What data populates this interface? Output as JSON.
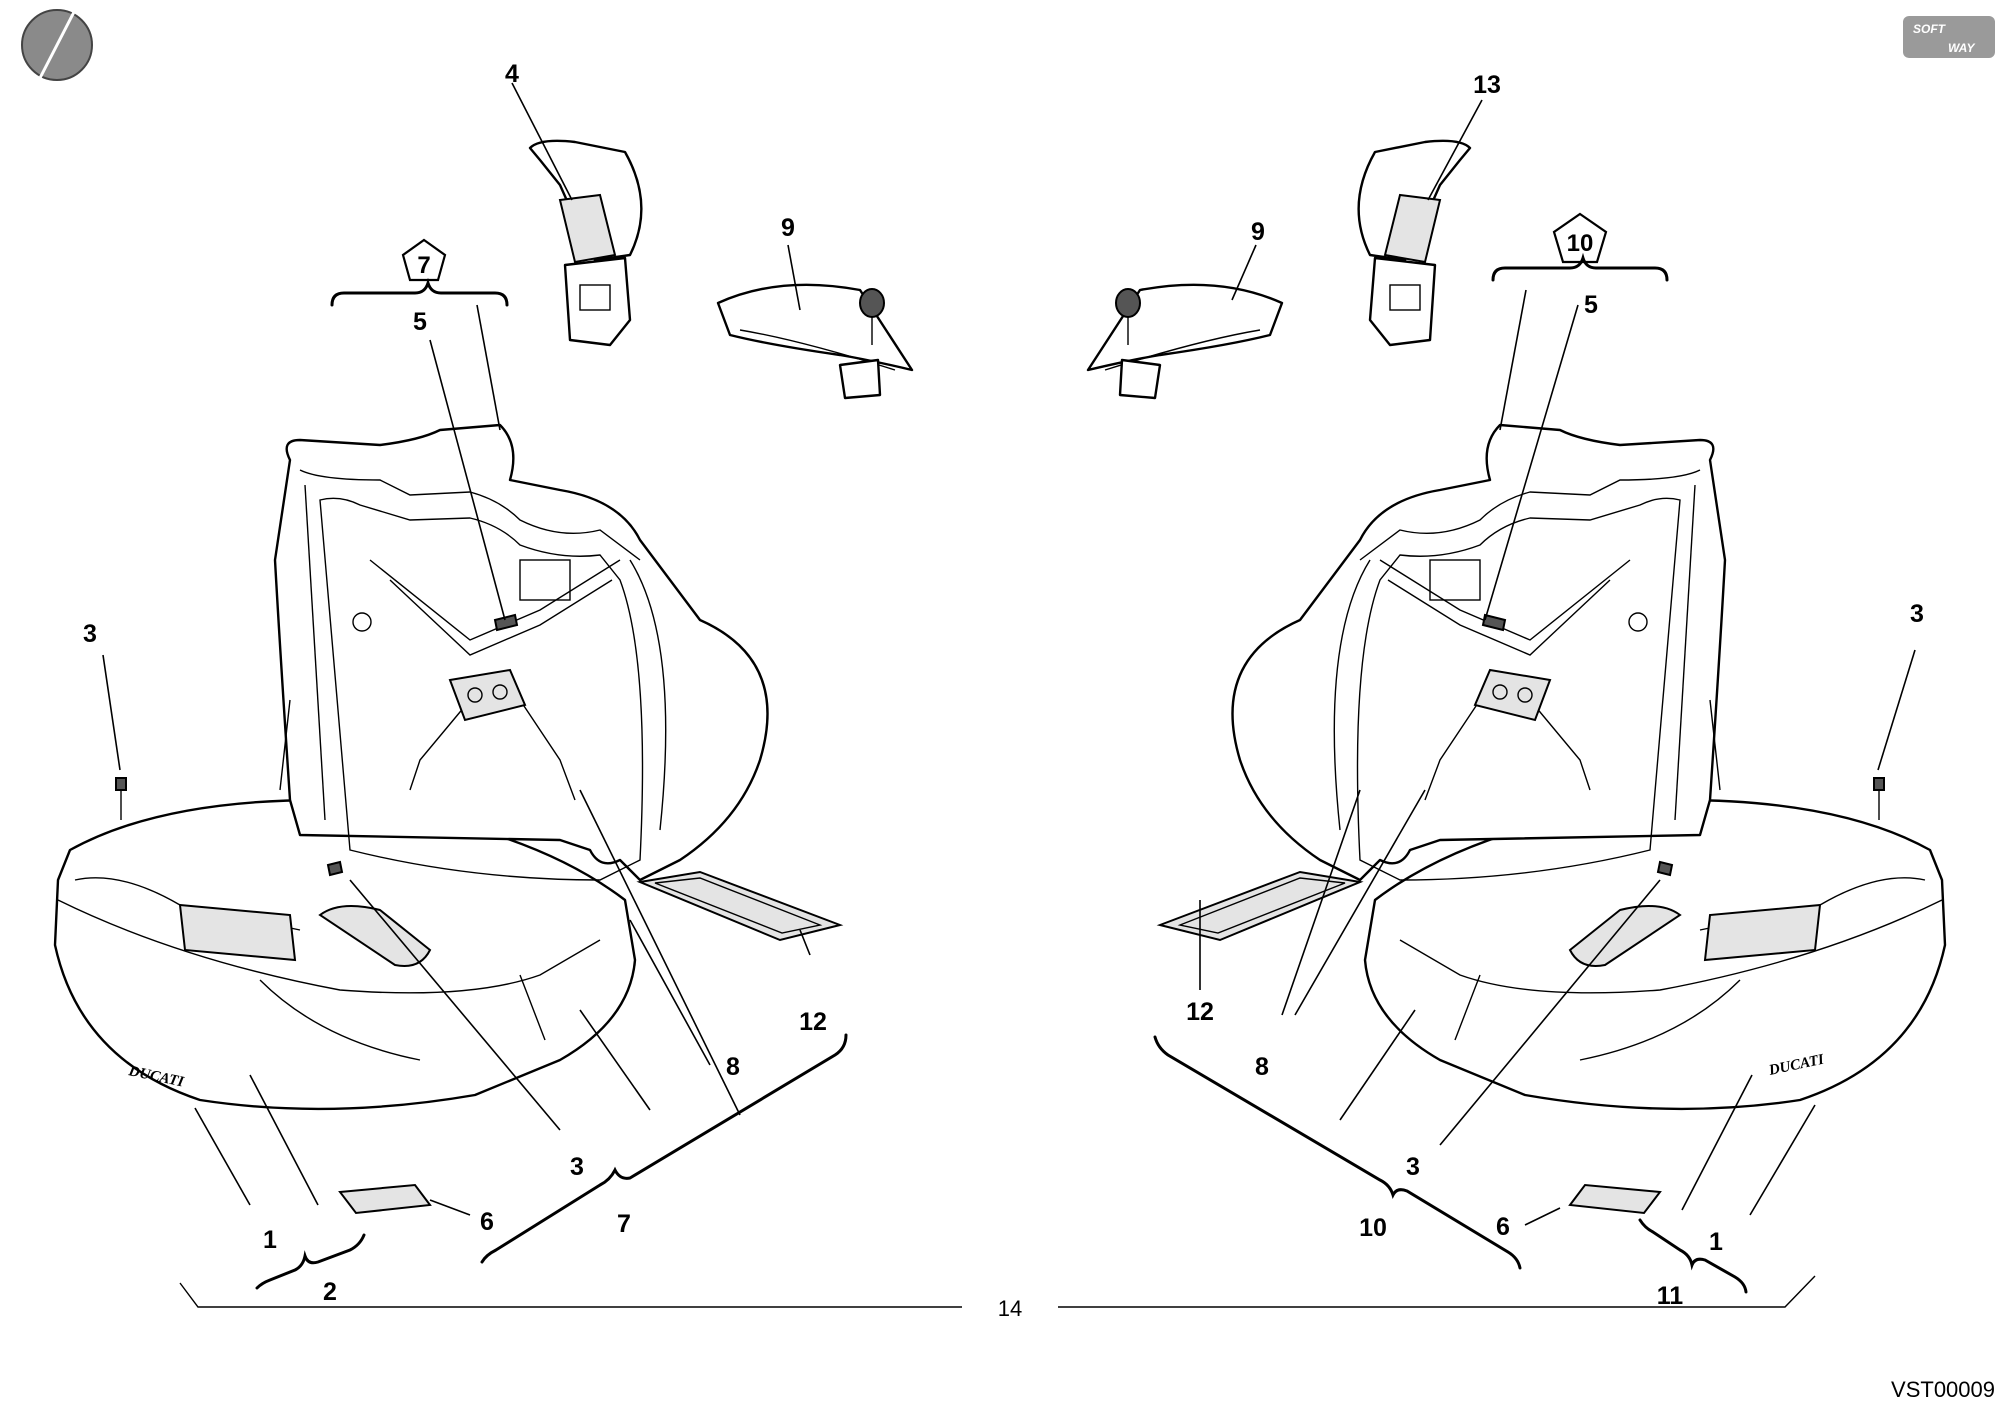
{
  "logo": {
    "brand_text_top": "SOFT",
    "brand_text_bottom": "WAY"
  },
  "drawing_code": "VST00009",
  "wordmark": "DUCATI",
  "callouts": {
    "c1_left": "1",
    "c2": "2",
    "c3_left_top": "3",
    "c3_left_bottom": "3",
    "c4": "4",
    "c5_left": "5",
    "c6_left": "6",
    "c7_bottom": "7",
    "c8_left": "8",
    "c9_left": "9",
    "c12_left": "12",
    "c13": "13",
    "c9_right": "9",
    "c5_right": "5",
    "c3_right_top": "3",
    "c3_right_bottom": "3",
    "c12_right": "12",
    "c8_right": "8",
    "c10_bottom": "10",
    "c6_right": "6",
    "c1_right": "1",
    "c11": "11",
    "c14": "14"
  },
  "kit_badges": {
    "left": "7",
    "right": "10"
  }
}
